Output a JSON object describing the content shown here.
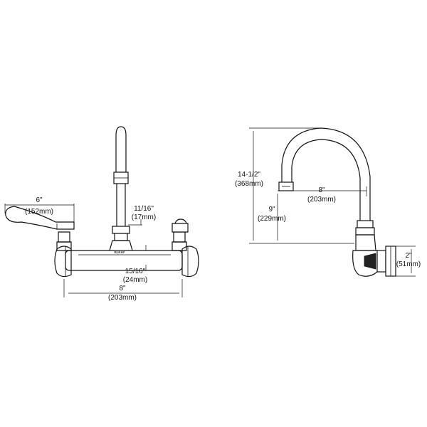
{
  "front_view": {
    "handle_width": {
      "in": "6\"",
      "mm": "(152mm)"
    },
    "gooseneck_offset": {
      "in": "11/16\"",
      "mm": "(17mm)"
    },
    "body_height": {
      "in": "15/16\"",
      "mm": "(24mm)"
    },
    "center_spacing": {
      "in": "8\"",
      "mm": "(203mm)"
    },
    "brand_mark": "ELKAY"
  },
  "side_view": {
    "total_height": {
      "in": "14-1/2\"",
      "mm": "(368mm)"
    },
    "spout_reach": {
      "in": "8\"",
      "mm": "(203mm)"
    },
    "spout_clearance": {
      "in": "9\"",
      "mm": "(229mm)"
    },
    "flange_height": {
      "in": "2\"",
      "mm": "(51mm)"
    }
  }
}
